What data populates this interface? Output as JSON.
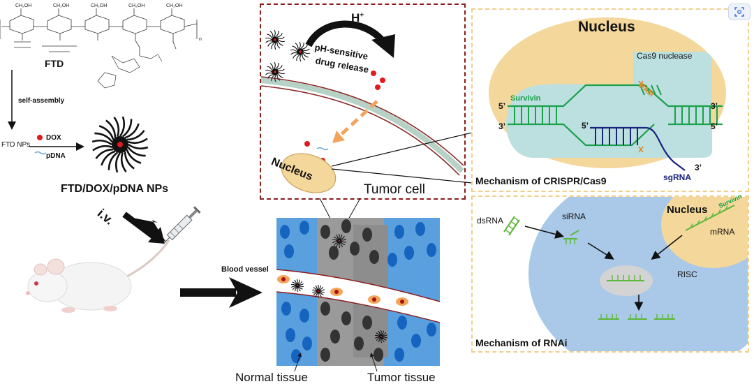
{
  "polymer": {
    "name": "FTD",
    "ch2oh_labels": [
      "CH₂OH",
      "CH₂OH",
      "CH₂OH",
      "CH₂OH",
      "CH₂OH"
    ],
    "n_label": "n"
  },
  "process": {
    "self_assembly": "self-assembly",
    "ftd_nps": "FTD NPs",
    "dox": "DOX",
    "pdna": "pDNA",
    "complex": "FTD/DOX/pDNA NPs",
    "iv": "i.v."
  },
  "tumor_cell_panel": {
    "proton": "H",
    "proton_sup": "+",
    "release_line1": "pH-sensitive",
    "release_line2": "drug release",
    "nucleus": "Nucleus",
    "tumor_cell": "Tumor cell"
  },
  "tissue": {
    "blood_vessel": "Blood vessel",
    "normal": "Normal tissue",
    "tumor": "Tumor tissue"
  },
  "crispr": {
    "nucleus": "Nucleus",
    "cas9": "Cas9 nuclease",
    "survivin": "Survivin",
    "pam": "PAM",
    "five_prime": "5’",
    "three_prime": "3’",
    "sgrna": "sgRNA",
    "title": "Mechanism of CRISPR/Cas9"
  },
  "rnai": {
    "dsrna": "dsRNA",
    "sirna": "siRNA",
    "nucleus": "Nucleus",
    "survivin": "Survivin",
    "mrna": "mRNA",
    "risc": "RISC",
    "title": "Mechanism of RNAi"
  },
  "colors": {
    "dashed_red": "#8a1c1c",
    "dashed_orange": "#f1cf8a",
    "dna_green": "#1aa14a",
    "sgrna_navy": "#1a237e",
    "cell_blue": "#9ec3e6",
    "nucleus_tan": "#f4d79a",
    "dox_red": "#e01b1b"
  }
}
